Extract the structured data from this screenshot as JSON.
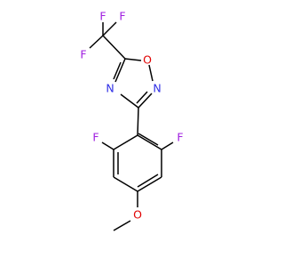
{
  "molecule": {
    "atoms": {
      "f_cf3_top": "F",
      "f_cf3_left": "F",
      "f_cf3_right": "F",
      "o_ring": "O",
      "n_ring_left": "N",
      "n_ring_right": "N",
      "f_aryl_left": "F",
      "f_aryl_right": "F",
      "o_methoxy": "O"
    },
    "colors": {
      "carbon_bond": "#000000",
      "oxygen": "#e00000",
      "nitrogen": "#3030e6",
      "fluorine": "#a020e0"
    }
  }
}
